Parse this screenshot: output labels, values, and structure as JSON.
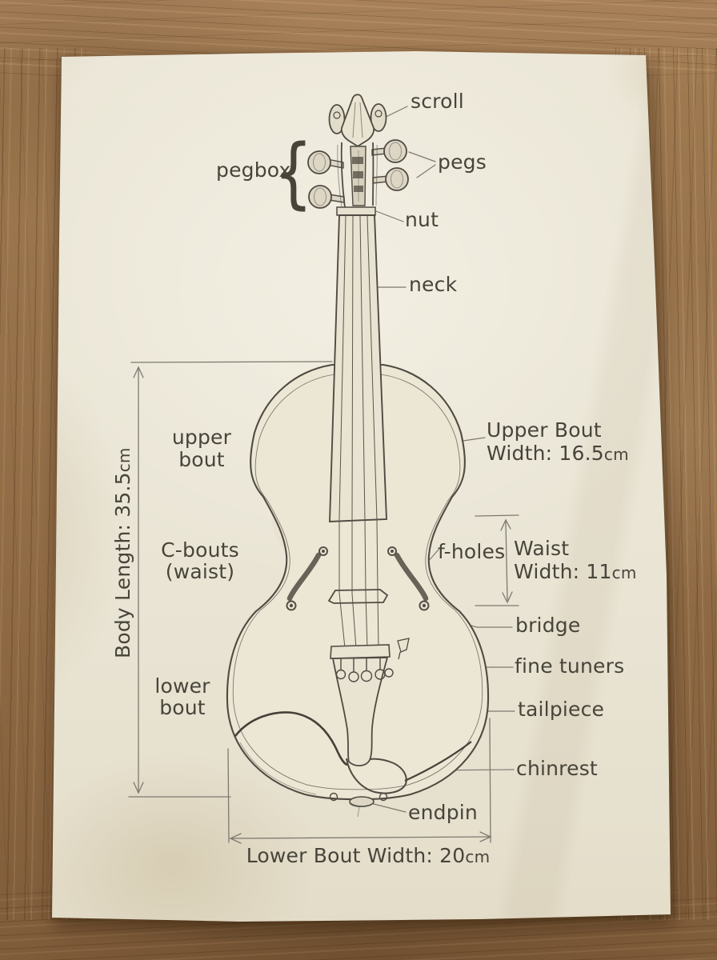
{
  "labels": {
    "scroll": "scroll",
    "pegbox": "pegbox",
    "pegbox_brace": "{",
    "pegs": "pegs",
    "nut": "nut",
    "neck": "neck",
    "upper_bout": {
      "line1": "upper",
      "line2": "bout"
    },
    "upper_bout_width": {
      "line1": "Upper Bout",
      "line2": "Width: 16.5",
      "unit": "cm"
    },
    "body_length": {
      "text": "Body Length: 35.5",
      "unit": "cm"
    },
    "c_bouts": {
      "line1": "C-bouts",
      "line2": "(waist)"
    },
    "f_holes": "f-holes",
    "waist_width": {
      "line1": "Waist",
      "line2": "Width: 11",
      "unit": "cm"
    },
    "bridge": "bridge",
    "fine_tuners": "fine tuners",
    "tailpiece": "tailpiece",
    "lower_bout": {
      "line1": "lower",
      "line2": "bout"
    },
    "chinrest": "chinrest",
    "endpin": "endpin",
    "lower_bout_width": {
      "text": "Lower Bout Width: 20",
      "unit": "cm"
    }
  },
  "measurements": {
    "body_length_cm": 35.5,
    "upper_bout_width_cm": 16.5,
    "waist_width_cm": 11,
    "lower_bout_width_cm": 20
  },
  "colors": {
    "paper": "#eae5d5",
    "wood": "#96714a",
    "pencil_outline": "#4f4b42",
    "pencil_light": "#7d7970",
    "lettering": "#47443a"
  }
}
